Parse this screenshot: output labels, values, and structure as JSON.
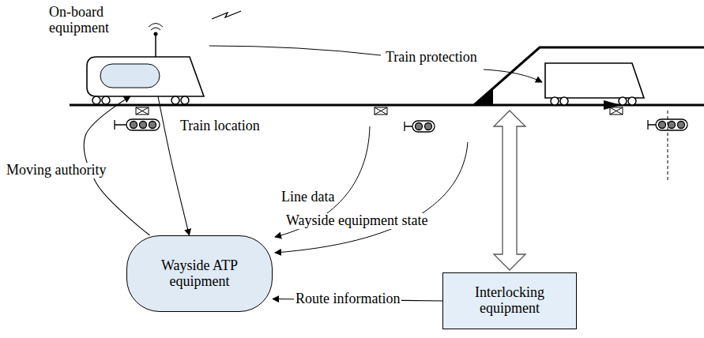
{
  "diagram": {
    "nodes": [
      {
        "text": [
          "On-board equipment"
        ]
      },
      {
        "text": [
          "Wayside ATP equipment"
        ]
      },
      {
        "text": [
          "Interlocking equipment"
        ]
      }
    ],
    "edges": [
      {
        "from": 1,
        "to": 0,
        "arrow": "to",
        "label": "Moving authority"
      },
      {
        "from": 0,
        "to": 1,
        "arrow": "to",
        "label": "Train location"
      },
      {
        "from": 2,
        "to": 1,
        "arrow": "to",
        "label": "Route information"
      }
    ],
    "labels": [
      "Train protection",
      "Line data",
      "Wayside equipment state"
    ]
  }
}
